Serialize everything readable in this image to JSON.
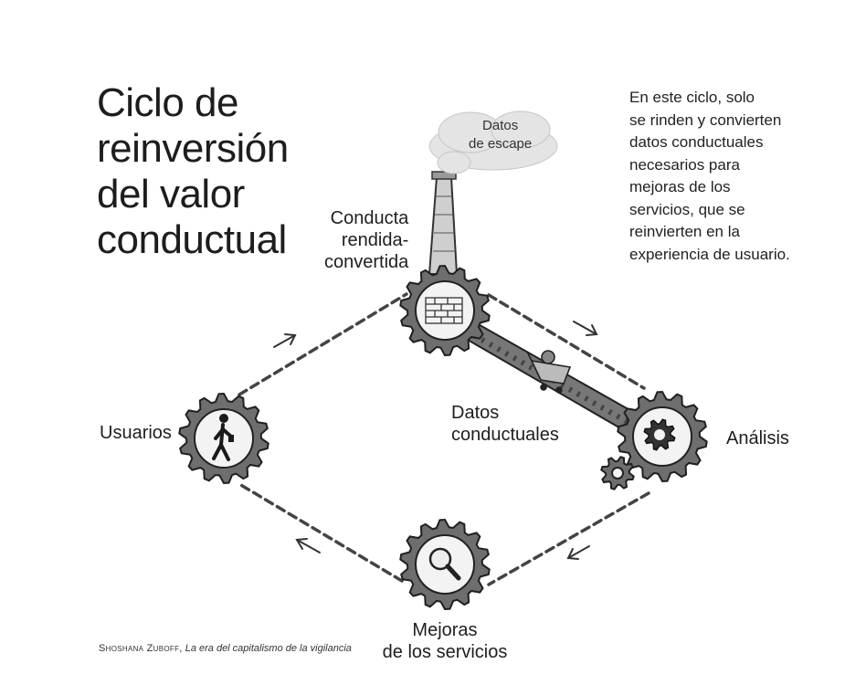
{
  "title": {
    "lines": [
      "Ciclo de",
      "reinversión",
      "del valor",
      "conductual"
    ]
  },
  "note": {
    "lines": [
      "En este ciclo, solo",
      "se rinden y convierten",
      "datos conductuales",
      "necesarios para",
      "mejoras de los",
      "servicios, que se",
      "reinvierten en la",
      "experiencia de usuario."
    ]
  },
  "labels": {
    "exhaust": [
      "Datos",
      "de escape"
    ],
    "conduct": [
      "Conducta",
      "rendida-",
      "convertida"
    ],
    "users": "Usuarios",
    "behavioral_data": [
      "Datos",
      "conductuales"
    ],
    "analysis": "Análisis",
    "improvements": [
      "Mejoras",
      "de los servicios"
    ]
  },
  "credit": {
    "author": "Shoshana Zuboff,",
    "book": "La era del capitalismo de la vigilancia"
  },
  "icons": {
    "top_gear": "brick-wall-icon",
    "left_gear": "walking-person-icon",
    "bottom_gear": "magnifier-icon",
    "right_gear": "small-gear-icon",
    "chimney": "factory-chimney-icon",
    "cart": "shopping-cart-icon"
  }
}
